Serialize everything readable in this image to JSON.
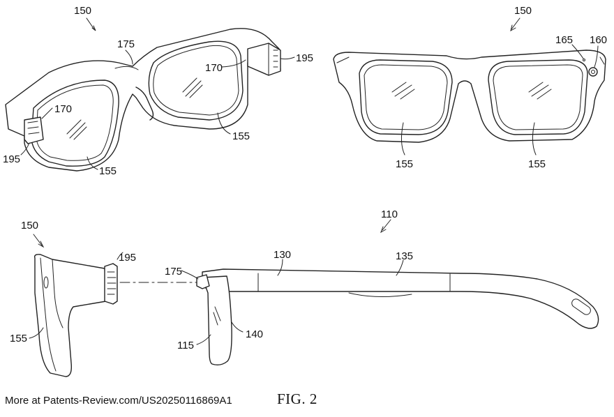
{
  "labels": {
    "top_left": {
      "ref_150": "150",
      "ref_175": "175",
      "ref_170_right": "170",
      "ref_195_right": "195",
      "ref_170_left": "170",
      "ref_195_left": "195",
      "ref_155_right": "155",
      "ref_155_left": "155"
    },
    "top_right": {
      "ref_150": "150",
      "ref_165": "165",
      "ref_160": "160",
      "ref_155_left": "155",
      "ref_155_right": "155"
    },
    "bottom_left": {
      "ref_150": "150",
      "ref_195": "195",
      "ref_155": "155"
    },
    "bottom_right": {
      "ref_110": "110",
      "ref_175": "175",
      "ref_130": "130",
      "ref_135": "135",
      "ref_140": "140",
      "ref_115": "115"
    }
  },
  "footer_text": "More at Patents-Review.com/US20250116869A1",
  "figure_label": "FIG. 2"
}
